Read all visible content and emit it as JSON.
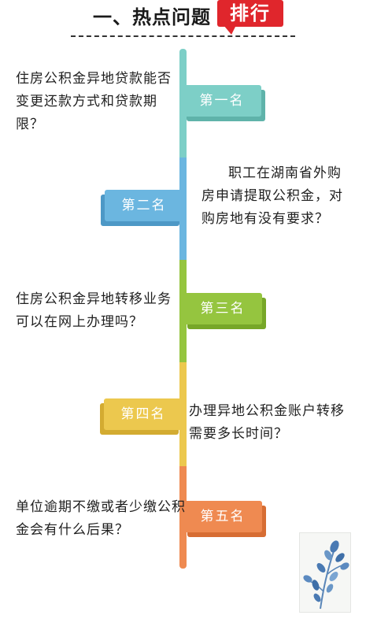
{
  "header": {
    "title": "一、热点问题",
    "badge": "排行"
  },
  "rankings": [
    {
      "label": "第一名",
      "question": "住房公积金异地贷款能否变更还款方式和贷款期限？",
      "color": "#7dcfc7"
    },
    {
      "label": "第二名",
      "question": "职工在湖南省外购房申请提取公积金，对购房地有没有要求？",
      "color": "#6bb6e0"
    },
    {
      "label": "第三名",
      "question": "住房公积金异地转移业务可以在网上办理吗？",
      "color": "#95c53f"
    },
    {
      "label": "第四名",
      "question": "办理异地公积金账户转移需要多长时间？",
      "color": "#ecc84e"
    },
    {
      "label": "第五名",
      "question": "单位逾期不缴或者少缴公积金会有什么后果？",
      "color": "#ef8a51"
    }
  ],
  "decoration": {
    "icon": "plant-illustration"
  }
}
